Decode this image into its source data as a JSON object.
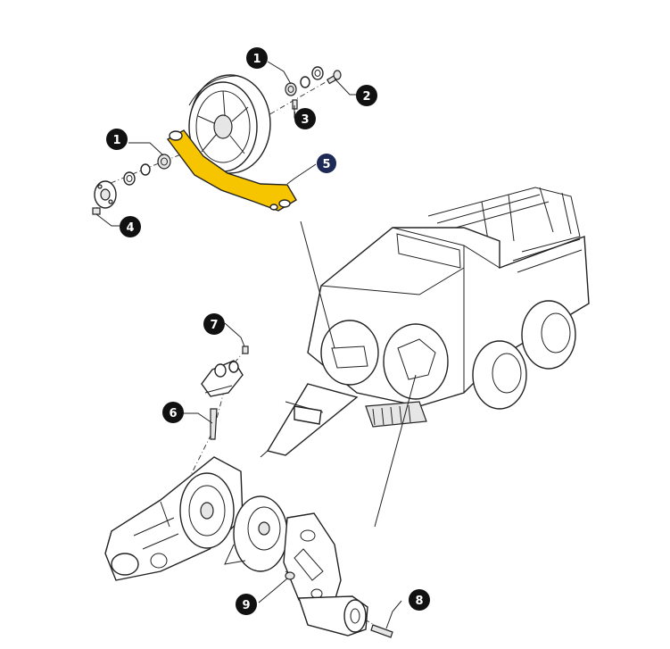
{
  "callouts": {
    "c1a": "1",
    "c1b": "1",
    "c2": "2",
    "c3": "3",
    "c4": "4",
    "c5": "5",
    "c6": "6",
    "c7": "7",
    "c8": "8",
    "c9": "9"
  },
  "colors": {
    "highlight": "#f7c500",
    "callout_fill": "#111111",
    "callout_selected": "#1e2a55",
    "line": "#222222"
  },
  "icons": {
    "baler": "baler-illustration",
    "wheel": "wheel-icon",
    "arm": "pickup-arm-icon",
    "gearbox": "gearbox-icon",
    "joint": "universal-joint-icon"
  }
}
